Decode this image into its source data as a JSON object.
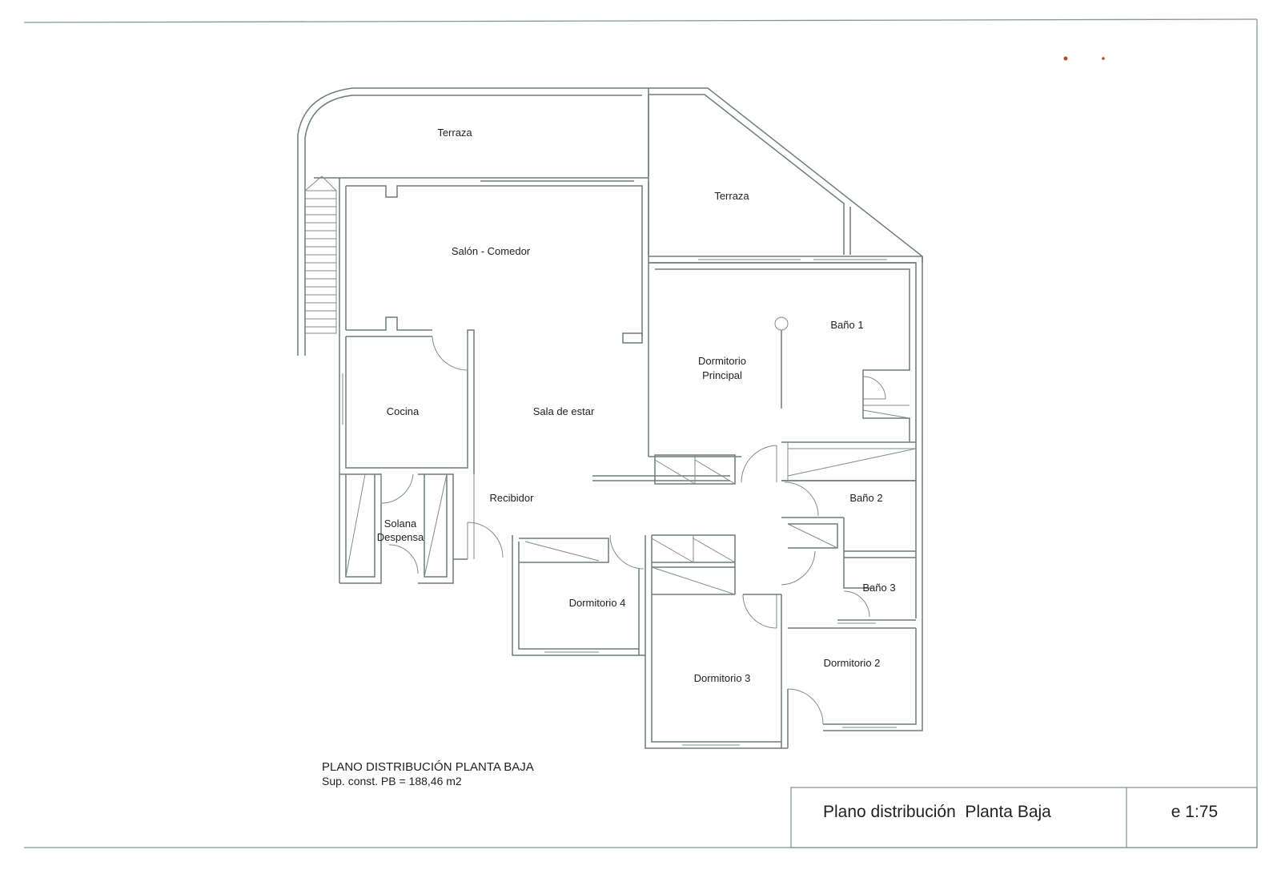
{
  "rooms": {
    "terraza_north": "Terraza",
    "terraza_east": "Terraza",
    "salon_comedor": "Salón - Comedor",
    "dormitorio_principal_l1": "Dormitorio",
    "dormitorio_principal_l2": "Principal",
    "bano_1": "Baño 1",
    "cocina": "Cocina",
    "sala_de_estar": "Sala de estar",
    "recibidor": "Recibidor",
    "bano_2": "Baño 2",
    "solana": "Solana",
    "despensa": "Despensa",
    "bano_3": "Baño 3",
    "dormitorio_4": "Dormitorio 4",
    "dormitorio_2": "Dormitorio 2",
    "dormitorio_3": "Dormitorio 3"
  },
  "caption": {
    "title": "PLANO DISTRIBUCIÓN PLANTA BAJA",
    "area": "Sup. const. PB = 188,46 m2"
  },
  "title_block": {
    "name": "Plano distribución  Planta Baja",
    "scale": "e 1:75"
  },
  "colors": {
    "line": "#6f7d7a",
    "mark": "#a5532a"
  }
}
